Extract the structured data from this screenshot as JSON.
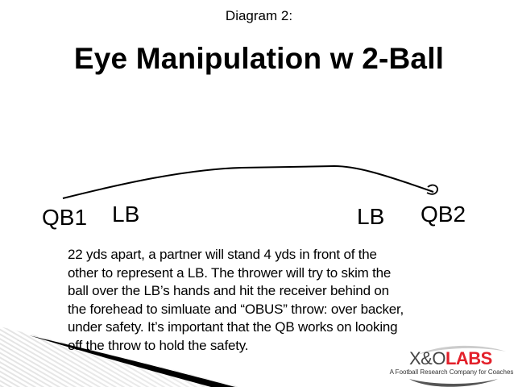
{
  "slide": {
    "subtitle": "Diagram 2:",
    "title": "Eye Manipulation w 2-Ball"
  },
  "diagram": {
    "labels": {
      "qb1": "QB1",
      "lb1": "LB",
      "lb2": "LB",
      "qb2": "QB2"
    },
    "arrow": "throw path curving from QB1 over both LBs to QB2"
  },
  "body": {
    "lines": [
      "22 yds apart, a partner will stand 4 yds in front of the",
      "other to represent a LB.  The thrower will try to skim the",
      "ball over the LB’s hands and hit the receiver behind on",
      "the forehead to simluate and “OBUS” throw: over backer,",
      "under safety.  It’s important that the QB works on looking",
      "off the throw to hold the safety."
    ]
  },
  "logo": {
    "xo": "X&O",
    "labs": "LABS",
    "tagline": "A Football Research Company for Coaches",
    "colors": {
      "labs": "#e3202a",
      "xo": "#444444",
      "swoosh": "#555555"
    }
  }
}
